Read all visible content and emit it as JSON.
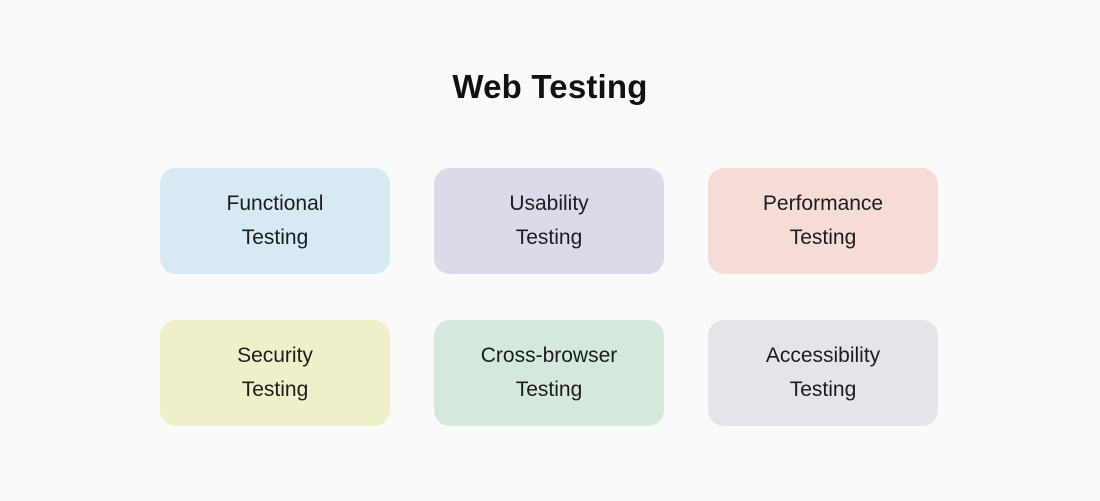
{
  "title": "Web Testing",
  "colors": {
    "background": "#fafafa",
    "title_text": "#111111",
    "box_text": "#1c1c1e"
  },
  "boxes": [
    {
      "label": "Functional\nTesting",
      "color": "#d7e9f2"
    },
    {
      "label": "Usability\nTesting",
      "color": "#dcd9e9"
    },
    {
      "label": "Performance\nTesting",
      "color": "#f6dcd7"
    },
    {
      "label": "Security\nTesting",
      "color": "#efefc9"
    },
    {
      "label": "Cross-browser\nTesting",
      "color": "#d4e8dc"
    },
    {
      "label": "Accessibility\nTesting",
      "color": "#e3e5e9"
    }
  ]
}
